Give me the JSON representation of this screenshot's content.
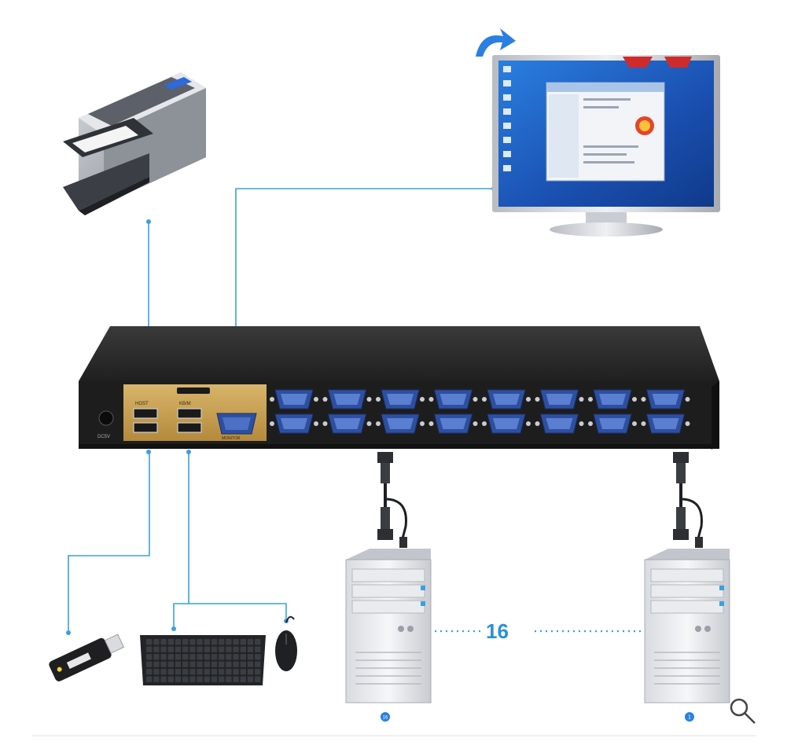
{
  "diagram": {
    "server_count_label": "16",
    "server_left_badge": "16",
    "server_right_badge": "1",
    "kvm_port_labels": {
      "usb_top": "HOST",
      "usb_bottom": "HOST",
      "usb_kbd": "KB/M",
      "vga_out": "MONITOR",
      "power": "DC5V"
    }
  },
  "toolbar": {
    "zoom_icon": "magnifier-icon"
  },
  "colors": {
    "connector_line": "#3aa0e0",
    "kvm_body": "#2b2b2b",
    "kvm_panel": "#c9a453",
    "vga_port": "#2e4fa0",
    "screen": "#1e5fbf"
  }
}
